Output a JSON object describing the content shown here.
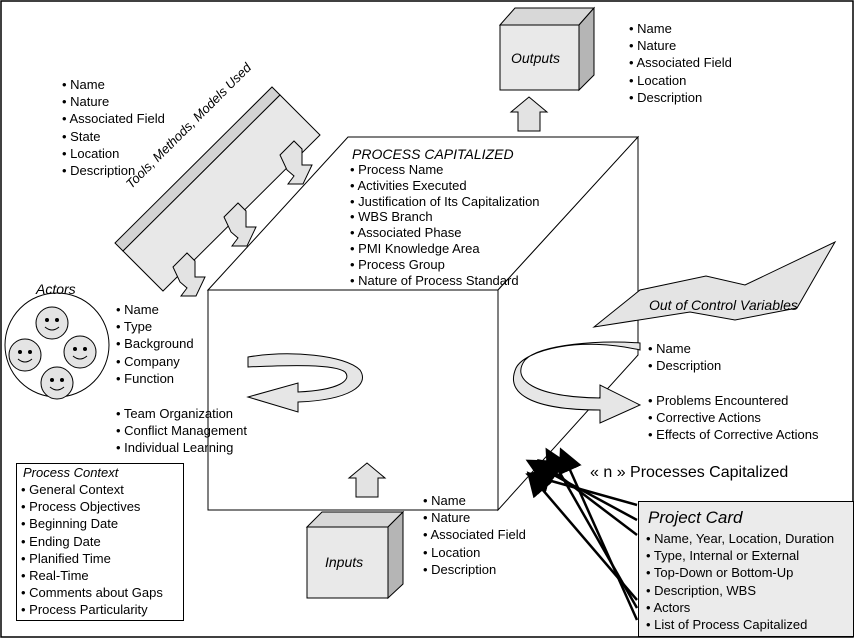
{
  "outputs": {
    "label": "Outputs",
    "items": [
      "• Name",
      "• Nature",
      "• Associated Field",
      "• Location",
      "• Description"
    ]
  },
  "tools": {
    "label": "Tools, Methods, Models Used",
    "items": [
      "• Name",
      "• Nature",
      "• Associated Field",
      "• State",
      "• Location",
      "• Description"
    ]
  },
  "process": {
    "title": "PROCESS CAPITALIZED",
    "items": [
      "• Process Name",
      "• Activities Executed",
      "• Justification of Its Capitalization",
      "• WBS Branch",
      "• Associated Phase",
      "• PMI Knowledge Area",
      "• Process Group",
      "• Nature of Process Standard"
    ]
  },
  "actors": {
    "label": "Actors",
    "items": [
      "• Name",
      "• Type",
      "• Background",
      "• Company",
      "• Function"
    ],
    "team_items": [
      "• Team Organization",
      "• Conflict Management",
      "• Individual Learning"
    ]
  },
  "variables": {
    "label": "Out of Control Variables",
    "items": [
      "• Name",
      "• Description"
    ],
    "problem_items": [
      "• Problems Encountered",
      "• Corrective Actions",
      "• Effects of Corrective Actions"
    ]
  },
  "context": {
    "title": "Process Context",
    "items": [
      "• General Context",
      "• Process Objectives",
      "• Beginning Date",
      "• Ending Date",
      "• Planified Time",
      "• Real-Time",
      "• Comments about Gaps",
      "• Process Particularity"
    ]
  },
  "inputs": {
    "label": "Inputs",
    "items": [
      "• Name",
      "• Nature",
      "• Associated Field",
      "• Location",
      "• Description"
    ]
  },
  "n_processes": "« n » Processes Capitalized",
  "project_card": {
    "title": "Project Card",
    "items": [
      "• Name, Year, Location, Duration",
      "• Type, Internal or External",
      "• Top-Down or Bottom-Up",
      "• Description, WBS",
      "• Actors",
      "• List of Process Capitalized"
    ]
  }
}
